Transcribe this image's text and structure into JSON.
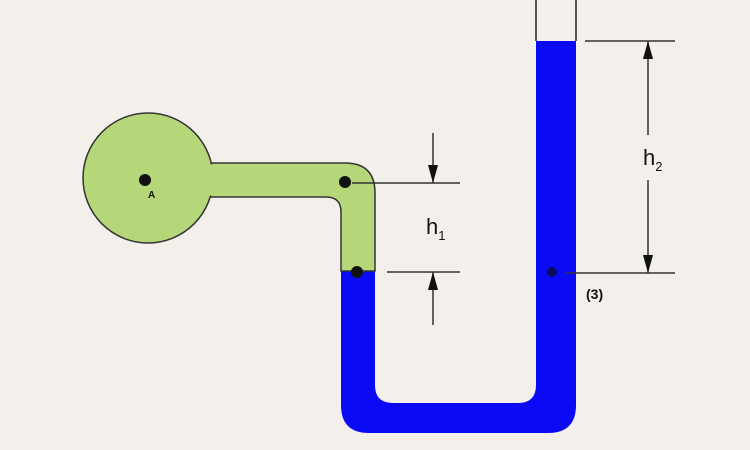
{
  "diagram": {
    "point_a_label": "A",
    "h1": {
      "base": "h",
      "sub": "1"
    },
    "h2": {
      "base": "h",
      "sub": "2"
    },
    "point_3_label": "(3)"
  },
  "colors": {
    "background": "#f3f0ec",
    "fluid_a": "#b5d77a",
    "manometer_fluid": "#0a0af5",
    "outline": "#3a3a3a"
  }
}
